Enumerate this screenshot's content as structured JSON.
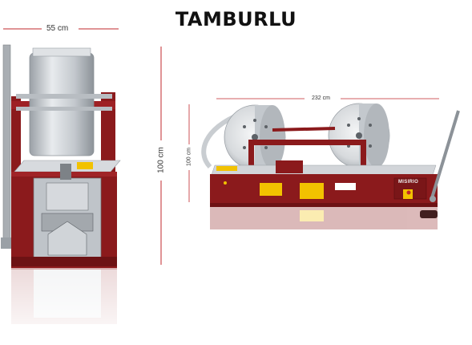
{
  "title": "TAMBURLU",
  "dimensions": {
    "width": "55 cm",
    "height": "100 cm",
    "side_height": "100 cm",
    "length": "232 cm"
  },
  "brand": "MISIRIO",
  "colors": {
    "body_red": "#8b1a1c",
    "steel": "#c8cdd2",
    "dimension_line": "#c0282c"
  }
}
